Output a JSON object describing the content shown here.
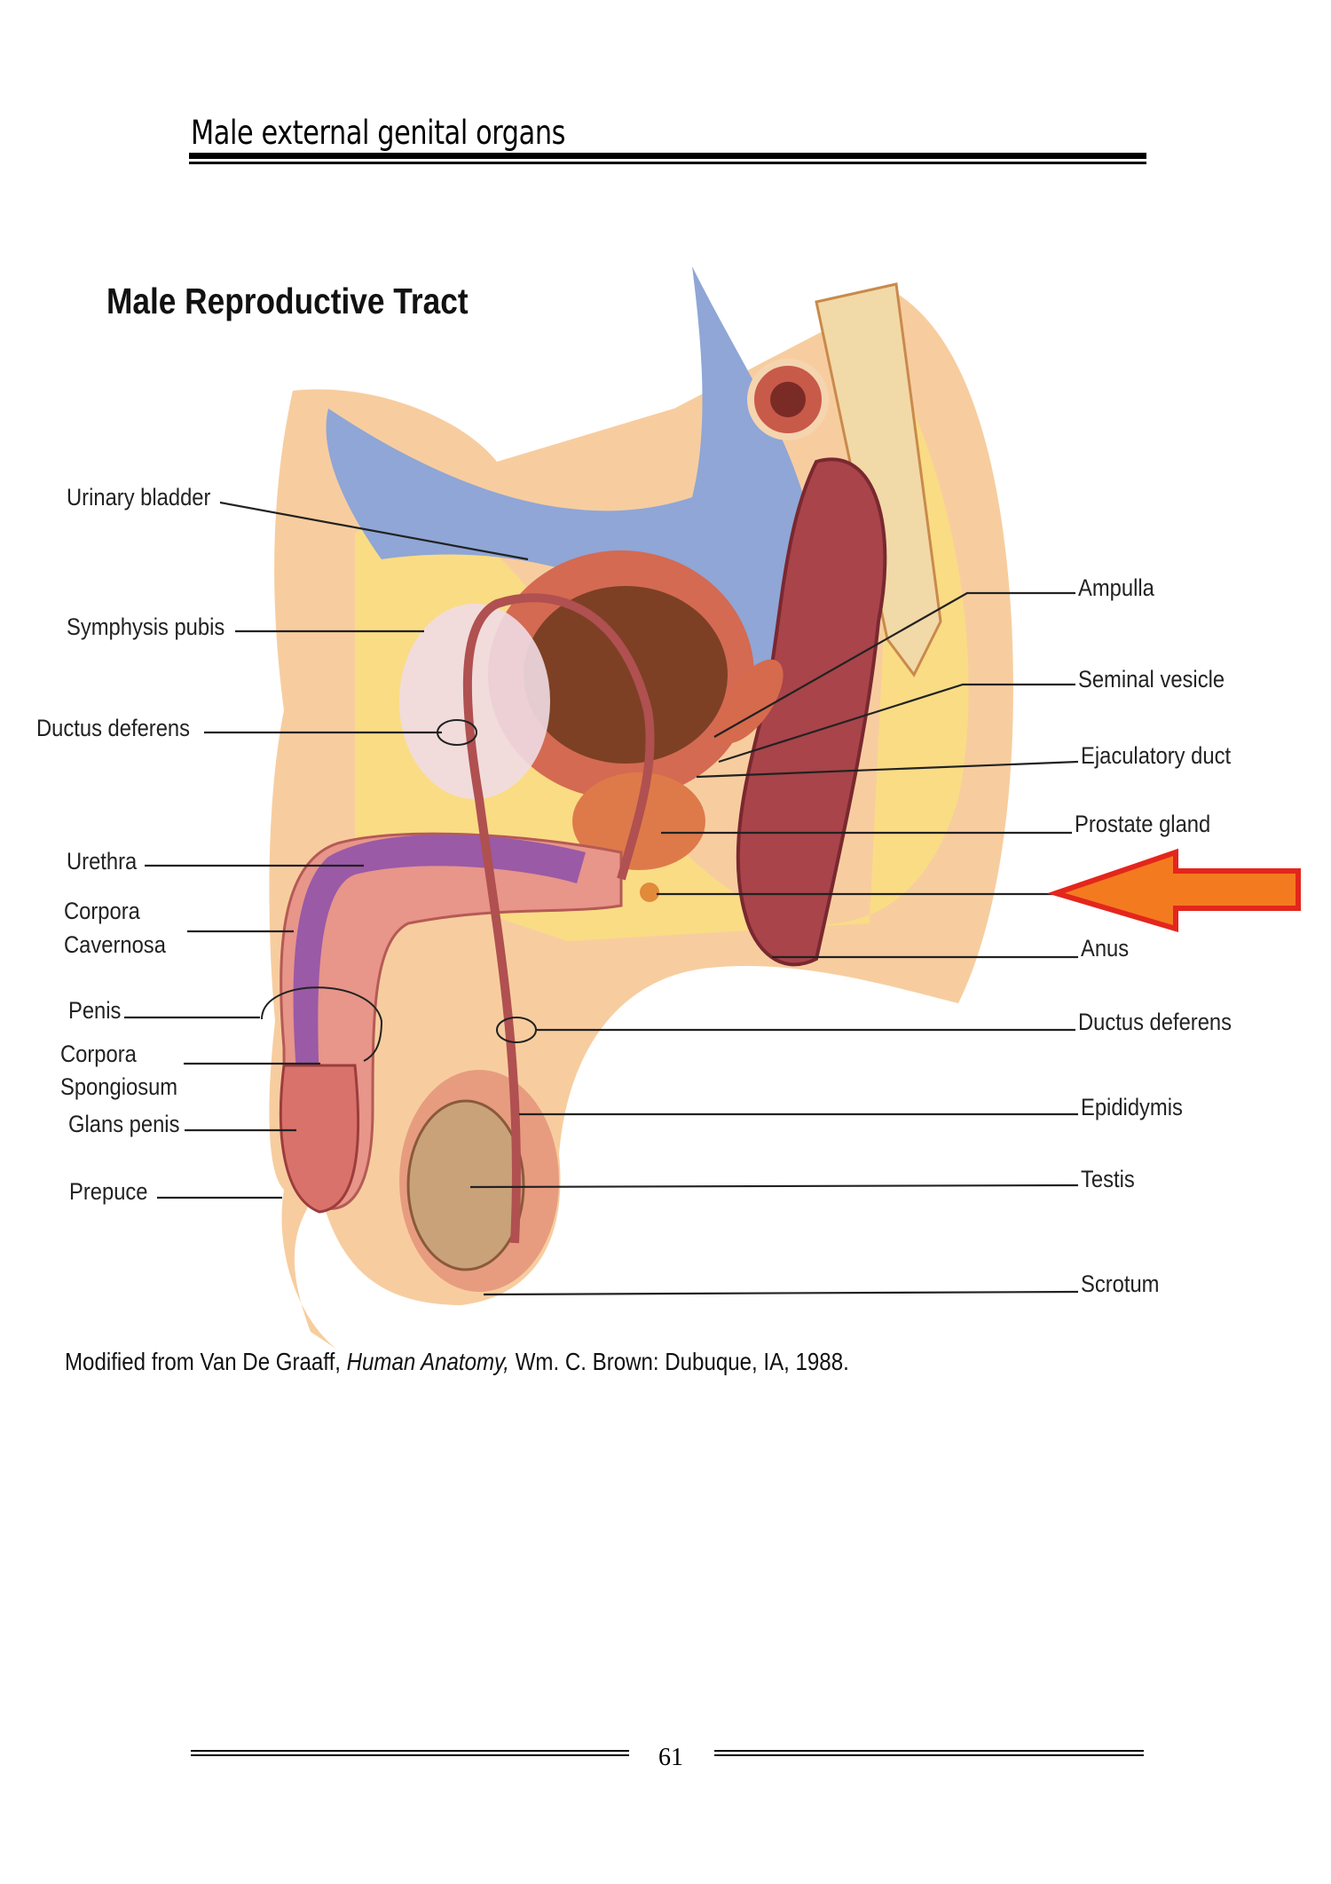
{
  "header": {
    "title": "Male external genital organs"
  },
  "figure": {
    "title": "Male Reproductive Tract",
    "left_labels": {
      "urinary_bladder": "Urinary bladder",
      "symphysis_pubis": "Symphysis pubis",
      "ductus_deferens": "Ductus deferens",
      "urethra": "Urethra",
      "corpora_cavernosa_1": "Corpora",
      "corpora_cavernosa_2": "Cavernosa",
      "penis": "Penis",
      "corpora_spongiosum_1": "Corpora",
      "corpora_spongiosum_2": "Spongiosum",
      "glans_penis": "Glans penis",
      "prepuce": "Prepuce"
    },
    "right_labels": {
      "ampulla": "Ampulla",
      "seminal_vesicle": "Seminal vesicle",
      "ejaculatory_duct": "Ejaculatory duct",
      "prostate_gland": "Prostate gland",
      "anus": "Anus",
      "ductus_deferens": "Ductus deferens",
      "epididymis": "Epididymis",
      "testis": "Testis",
      "scrotum": "Scrotum"
    },
    "caption": {
      "prefix": "Modified from Van De Graaff, ",
      "book": "Human Anatomy,",
      "suffix": " Wm. C. Brown: Dubuque, IA, 1988."
    },
    "arrow_color": "#f47a20",
    "arrow_border": "#e4261c"
  },
  "footer": {
    "page_number": "61"
  }
}
